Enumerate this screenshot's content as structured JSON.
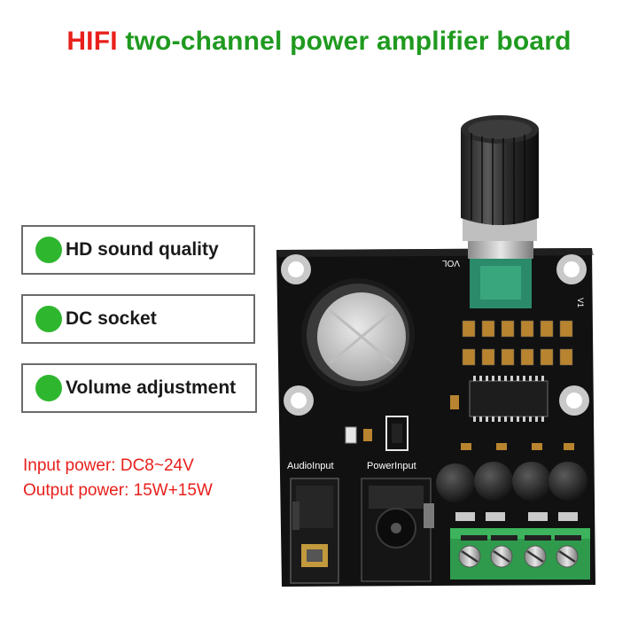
{
  "title": {
    "prefix": "HIFI",
    "main": "two-channel power amplifier board"
  },
  "features": [
    {
      "label": "HD sound quality"
    },
    {
      "label": "DC socket"
    },
    {
      "label": "Volume adjustment"
    }
  ],
  "specs": {
    "input": "Input power: DC8~24V",
    "output": "Output power: 15W+15W"
  },
  "board": {
    "audio_input_label": "AudioInput",
    "power_input_label": "PowerInput",
    "vol_label": "VOL",
    "v1_label": "V1"
  },
  "colors": {
    "title_red": "#e8201c",
    "title_green": "#1f9a1f",
    "bullet_green": "#2fb62f",
    "pcb": "#111111",
    "terminal_green": "#2f9a4c"
  }
}
